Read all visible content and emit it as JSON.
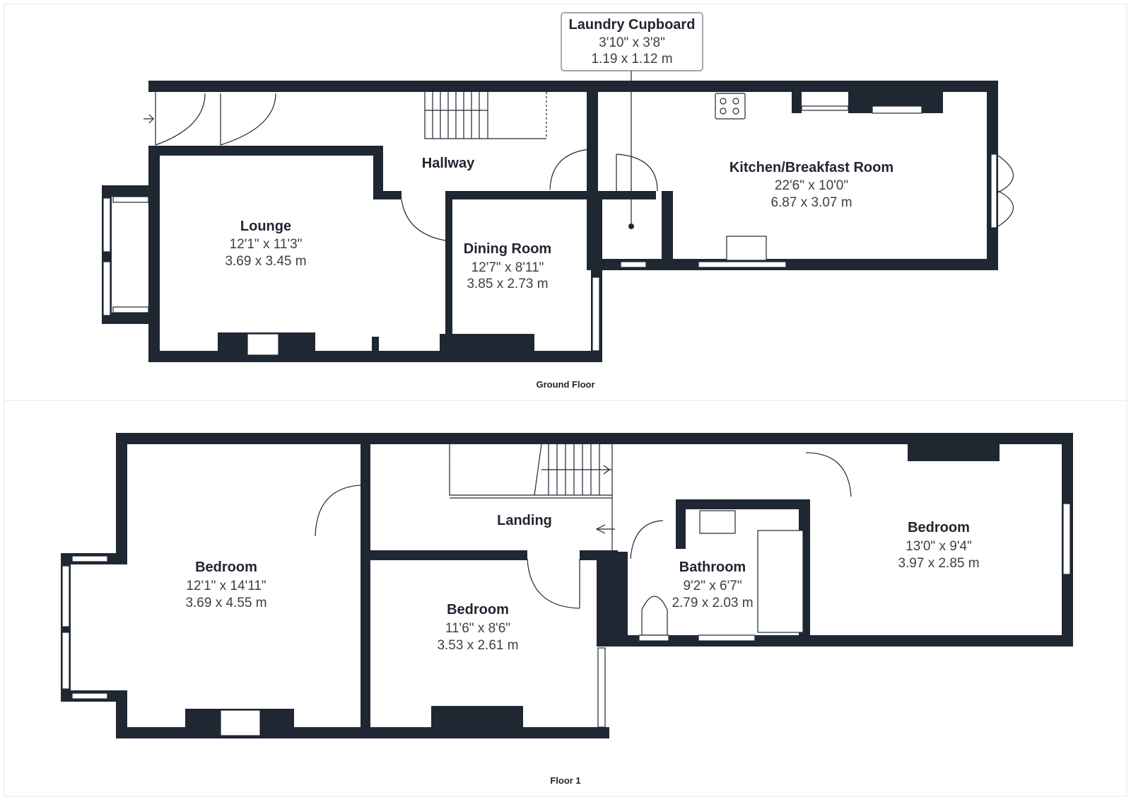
{
  "floors": [
    {
      "label": "Ground Floor",
      "rooms": [
        {
          "name": "Laundry Cupboard",
          "dim_imperial": "3'10\" x 3'8\"",
          "dim_metric": "1.19 x 1.12 m"
        },
        {
          "name": "Hallway",
          "dim_imperial": "",
          "dim_metric": ""
        },
        {
          "name": "Kitchen/Breakfast Room",
          "dim_imperial": "22'6\" x 10'0\"",
          "dim_metric": "6.87 x 3.07 m"
        },
        {
          "name": "Lounge",
          "dim_imperial": "12'1\" x 11'3\"",
          "dim_metric": "3.69 x 3.45 m"
        },
        {
          "name": "Dining Room",
          "dim_imperial": "12'7\" x 8'11\"",
          "dim_metric": "3.85 x 2.73 m"
        }
      ]
    },
    {
      "label": "Floor 1",
      "rooms": [
        {
          "name": "Bedroom",
          "dim_imperial": "12'1\" x 14'11\"",
          "dim_metric": "3.69 x 4.55 m"
        },
        {
          "name": "Landing",
          "dim_imperial": "",
          "dim_metric": ""
        },
        {
          "name": "Bedroom",
          "dim_imperial": "11'6\" x 8'6\"",
          "dim_metric": "3.53 x 2.61 m"
        },
        {
          "name": "Bathroom",
          "dim_imperial": "9'2\" x 6'7\"",
          "dim_metric": "2.79 x 2.03 m"
        },
        {
          "name": "Bedroom",
          "dim_imperial": "13'0\" x 9'4\"",
          "dim_metric": "3.97 x 2.85 m"
        }
      ]
    }
  ],
  "colors": {
    "wall": "#1f2733",
    "background": "#ffffff",
    "panel_border": "#e2e4e8"
  }
}
